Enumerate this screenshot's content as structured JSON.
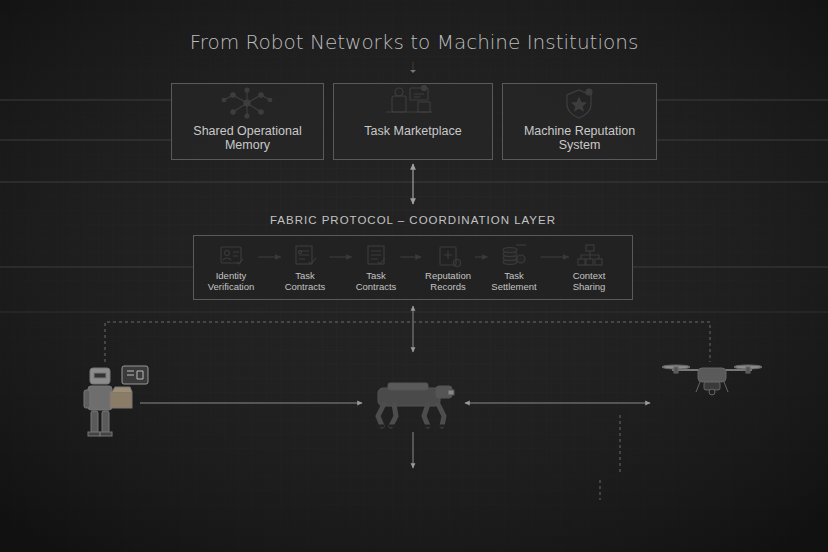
{
  "diagram": {
    "title": "From Robot Networks to Machine Institutions",
    "nodes": [
      {
        "text": [
          "Shared Operational Memory"
        ]
      },
      {
        "text": [
          "Task Marketplace"
        ]
      },
      {
        "text": [
          "Machine Reputation System"
        ]
      },
      {
        "text": [
          "FABRIC PROTOCOL – COORDINATION LAYER"
        ]
      },
      {
        "text": [
          "Identity Verification"
        ],
        "in": 3
      },
      {
        "text": [
          "Task Contracts"
        ],
        "in": 3
      },
      {
        "text": [
          "Task Contracts"
        ],
        "in": 3
      },
      {
        "text": [
          "Reputation Records"
        ],
        "in": 3
      },
      {
        "text": [
          "Task Settlement"
        ],
        "in": 3
      },
      {
        "text": [
          "Context Sharing"
        ],
        "in": 3
      }
    ],
    "edges": [
      {
        "from": 1,
        "to": 3,
        "arrow": "both"
      },
      {
        "from": 4,
        "to": 5,
        "arrow": "to"
      },
      {
        "from": 5,
        "to": 6,
        "arrow": "to"
      },
      {
        "from": 6,
        "to": 7,
        "arrow": "to"
      },
      {
        "from": 7,
        "to": 8,
        "arrow": "to"
      },
      {
        "from": 8,
        "to": 9,
        "arrow": "to"
      }
    ]
  }
}
